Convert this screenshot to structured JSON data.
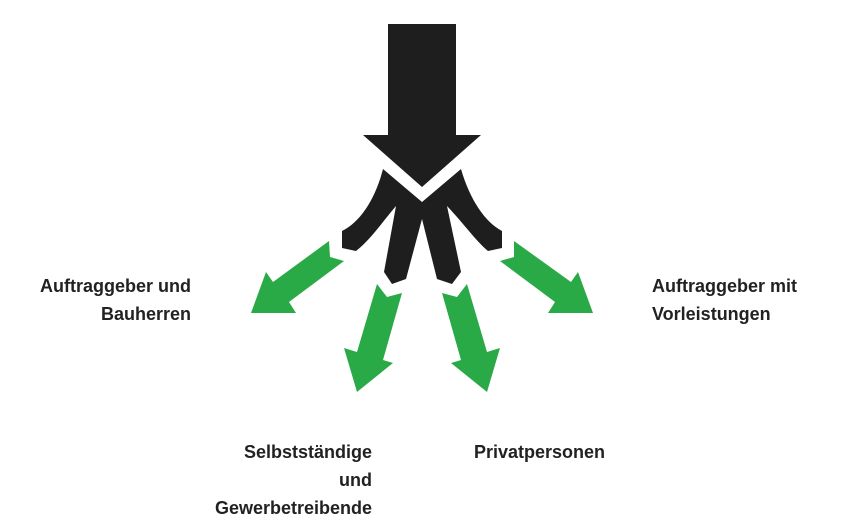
{
  "colors": {
    "source_arrow": "#1e1e1e",
    "branch_arrows": "#2aaa47",
    "text": "#222222"
  },
  "labels": {
    "left_top": [
      "Auftraggeber und",
      "Bauherren"
    ],
    "right_top": [
      "Auftraggeber mit",
      "Vorleistungen"
    ],
    "bottom_left": [
      "Selbstständige",
      "und",
      "Gewerbetreibende"
    ],
    "bottom_right": [
      "Privatpersonen"
    ]
  }
}
